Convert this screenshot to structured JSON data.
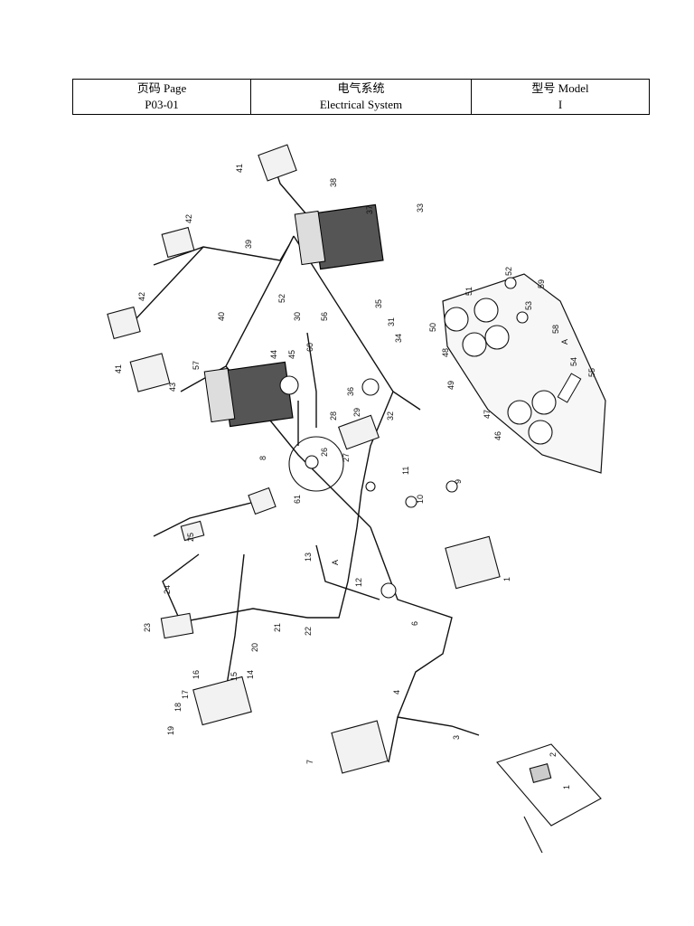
{
  "header": {
    "page_label": "页码 Page",
    "page_value": "P03-01",
    "system_label_cn": "电气系统",
    "system_label_en": "Electrical System",
    "model_label": "型号    Model",
    "model_value": "I"
  },
  "diagram": {
    "view_marker": "A",
    "callouts": [
      "1",
      "2",
      "3",
      "4",
      "6",
      "7",
      "8",
      "9",
      "10",
      "11",
      "12",
      "13",
      "14",
      "15",
      "16",
      "17",
      "18",
      "19",
      "20",
      "21",
      "22",
      "23",
      "24",
      "25",
      "26",
      "27",
      "28",
      "29",
      "30",
      "31",
      "33",
      "34",
      "35",
      "36",
      "37",
      "38",
      "39",
      "40",
      "41",
      "42",
      "43",
      "44",
      "45",
      "46",
      "47",
      "48",
      "49",
      "50",
      "51",
      "52",
      "53",
      "54",
      "55",
      "56",
      "57",
      "58",
      "59",
      "60",
      "61"
    ]
  }
}
